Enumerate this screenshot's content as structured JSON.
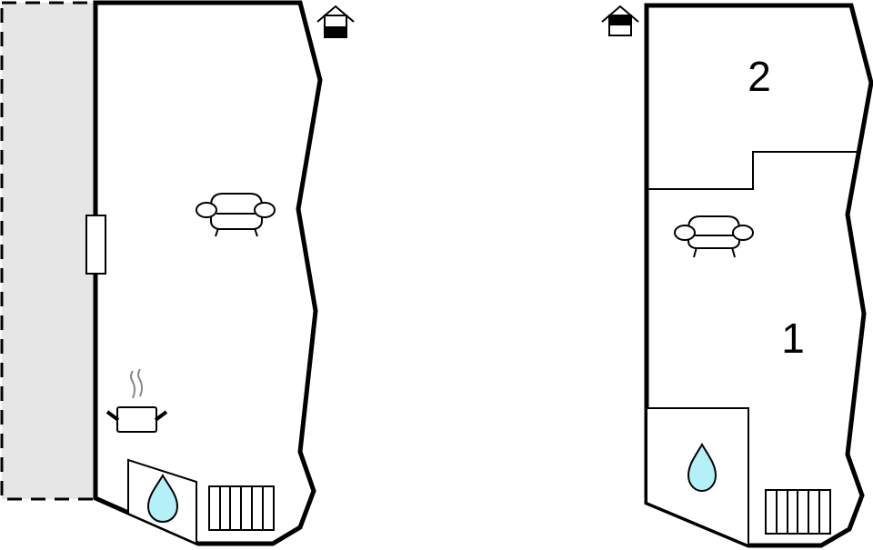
{
  "diagram": {
    "type": "floor-plan",
    "colors": {
      "wall": "#000000",
      "terrace_fill": "#e6e6e6",
      "water_fill": "#b3f0f7",
      "background": "#ffffff"
    },
    "plans": [
      {
        "id": "ground-floor",
        "floor_indicator": "house-icon-lower-floor",
        "rooms": [],
        "symbols": [
          "armchair",
          "cooking-pot",
          "water-drop",
          "radiator",
          "window"
        ],
        "terrace": true
      },
      {
        "id": "upper-floor",
        "floor_indicator": "house-icon-upper-floor",
        "rooms": [
          {
            "label": "2"
          },
          {
            "label": "1"
          }
        ],
        "symbols": [
          "armchair",
          "water-drop",
          "radiator"
        ]
      }
    ]
  }
}
